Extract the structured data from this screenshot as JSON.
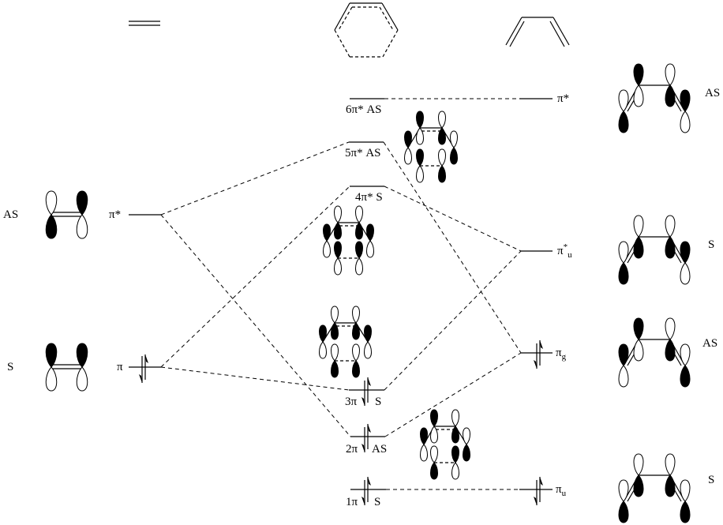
{
  "diagram": {
    "title": "Correlation diagram: ethylene + butadiene -> cyclohexene (Diels-Alder)",
    "columns": {
      "left": {
        "structure": "ethylene",
        "structure_icon": "double-bond-icon"
      },
      "middle": {
        "structure": "cyclohexene transition (hexagon)",
        "structure_icon": "hexagon-icon"
      },
      "right": {
        "structure": "butadiene",
        "structure_icon": "butadiene-icon"
      }
    },
    "ethylene_levels": [
      {
        "id": "eth-pistar",
        "label": "π*",
        "symmetry": "AS",
        "electrons": 0
      },
      {
        "id": "eth-pi",
        "label": "π",
        "symmetry": "S",
        "electrons": 2
      }
    ],
    "cyclohexene_levels": [
      {
        "id": "c6",
        "label": "6π* AS",
        "electrons": 0
      },
      {
        "id": "c5",
        "label": "5π* AS",
        "electrons": 0
      },
      {
        "id": "c4",
        "label": "4π* S",
        "electrons": 0
      },
      {
        "id": "c3",
        "label_num": "3π",
        "label_sym": "S",
        "electrons": 2
      },
      {
        "id": "c2",
        "label_num": "2π",
        "label_sym": "AS",
        "electrons": 2
      },
      {
        "id": "c1",
        "label_num": "1π",
        "label_sym": "S",
        "electrons": 2
      }
    ],
    "butadiene_levels": [
      {
        "id": "bd-pistar",
        "label": "π*",
        "symmetry": "AS",
        "electrons": 0
      },
      {
        "id": "bd-pistar-u",
        "label": "π",
        "sup": "*",
        "sub": "u",
        "symmetry": "S",
        "electrons": 0
      },
      {
        "id": "bd-pi-g",
        "label": "π",
        "sub": "g",
        "symmetry": "AS",
        "electrons": 2
      },
      {
        "id": "bd-pi-u",
        "label": "π",
        "sub": "u",
        "symmetry": "S",
        "electrons": 2
      }
    ],
    "correlations": [
      {
        "from": "eth-pistar",
        "to": "c5"
      },
      {
        "from": "eth-pistar",
        "to": "c2"
      },
      {
        "from": "eth-pi",
        "to": "c4"
      },
      {
        "from": "eth-pi",
        "to": "c3"
      },
      {
        "from": "bd-pistar",
        "to": "c6"
      },
      {
        "from": "bd-pistar-u",
        "to": "c4"
      },
      {
        "from": "bd-pistar-u",
        "to": "c3"
      },
      {
        "from": "bd-pi-g",
        "to": "c5"
      },
      {
        "from": "bd-pi-g",
        "to": "c2"
      },
      {
        "from": "bd-pi-u",
        "to": "c1"
      }
    ],
    "symmetry_labels": {
      "eth_pistar": "AS",
      "eth_pi": "S",
      "bd_pistar": "AS",
      "bd_pistar_u": "S",
      "bd_pi_g": "AS",
      "bd_pi_u": "S"
    }
  }
}
